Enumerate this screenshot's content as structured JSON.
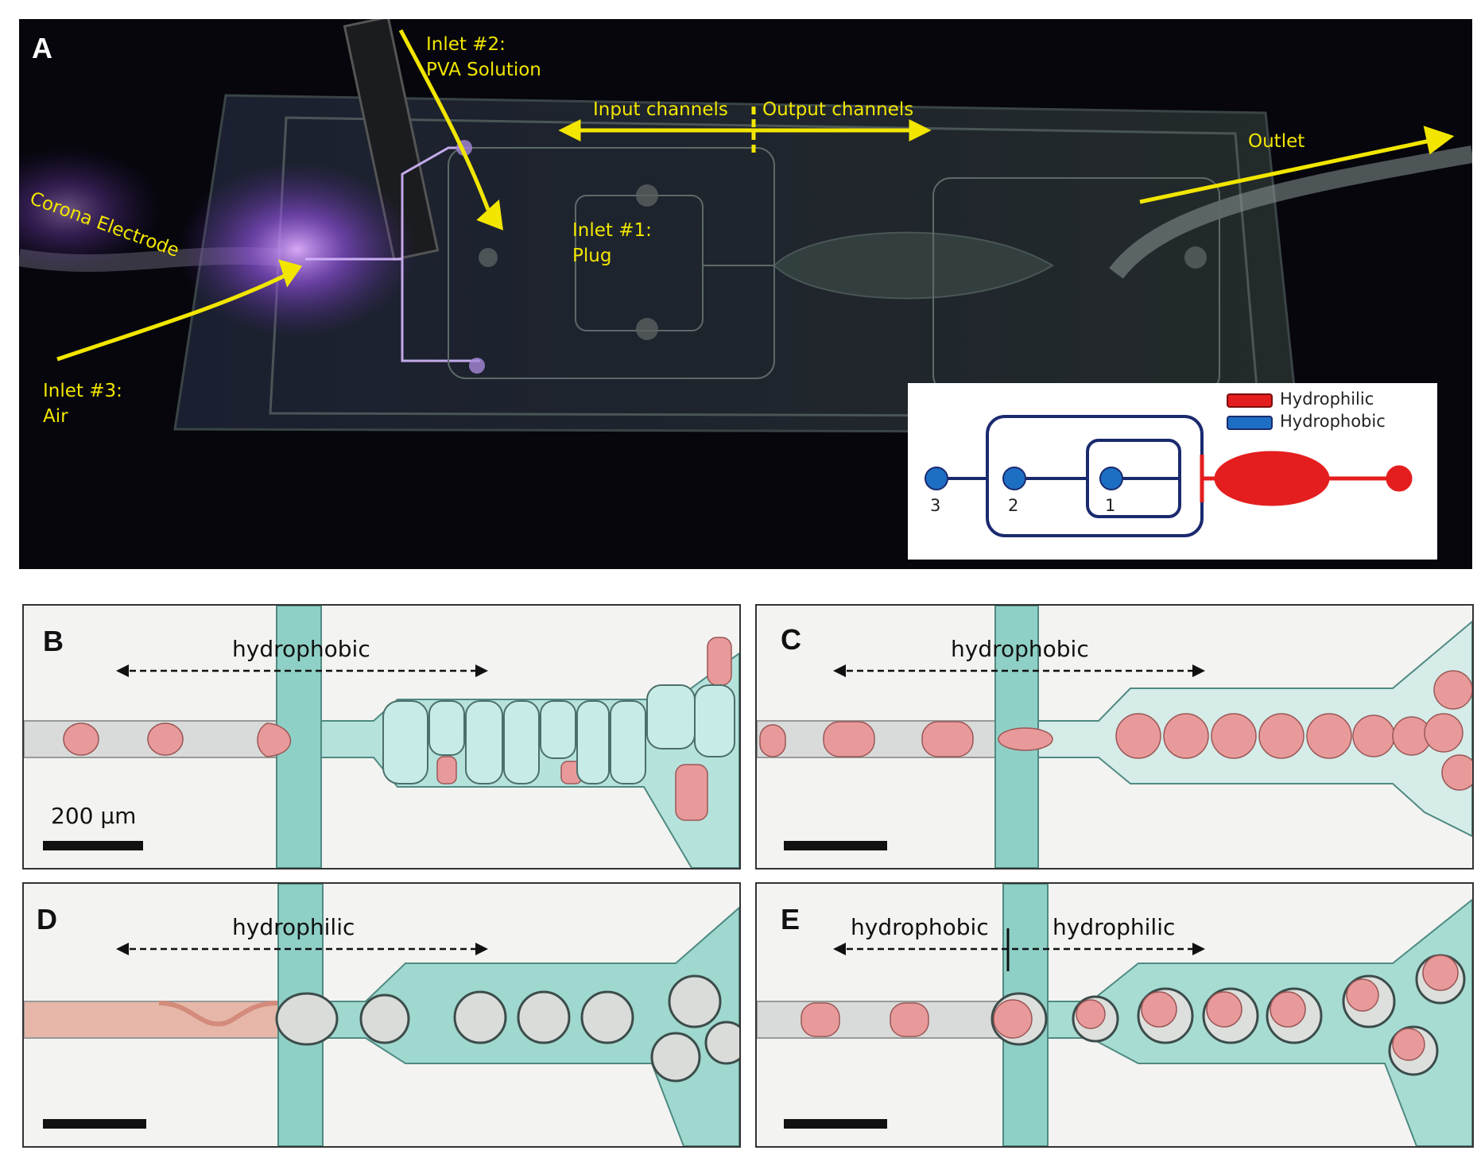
{
  "panel_a": {
    "letter": "A",
    "labels": {
      "inlet2_line1": "Inlet #2:",
      "inlet2_line2": "PVA Solution",
      "input_channels": "Input channels",
      "output_channels": "Output channels",
      "outlet": "Outlet",
      "corona_electrode": "Corona Electrode",
      "inlet1_line1": "Inlet #1:",
      "inlet1_line2": "Plug",
      "inlet3_line1": "Inlet #3:",
      "inlet3_line2": "Air"
    },
    "legend": {
      "hydrophilic": "Hydrophilic",
      "hydrophobic": "Hydrophobic",
      "port_1": "1",
      "port_2": "2",
      "port_3": "3",
      "hydrophilic_color": "#e41e1e",
      "hydrophobic_color": "#1d6fc4",
      "frame_color": "#1a2a6e"
    },
    "label_color": "#f2e600",
    "glow_color": "#a05cf0"
  },
  "panel_b": {
    "letter": "B",
    "label": "hydrophobic",
    "scale": "200 µm"
  },
  "panel_c": {
    "letter": "C",
    "label": "hydrophobic"
  },
  "panel_d": {
    "letter": "D",
    "label": "hydrophilic"
  },
  "panel_e": {
    "letter": "E",
    "label_left": "hydrophobic",
    "label_right": "hydrophilic"
  },
  "colors": {
    "channel_teal": "#8fd0c6",
    "droplet_pink": "#e89a9a",
    "cell_teal": "#b6e2dc"
  }
}
